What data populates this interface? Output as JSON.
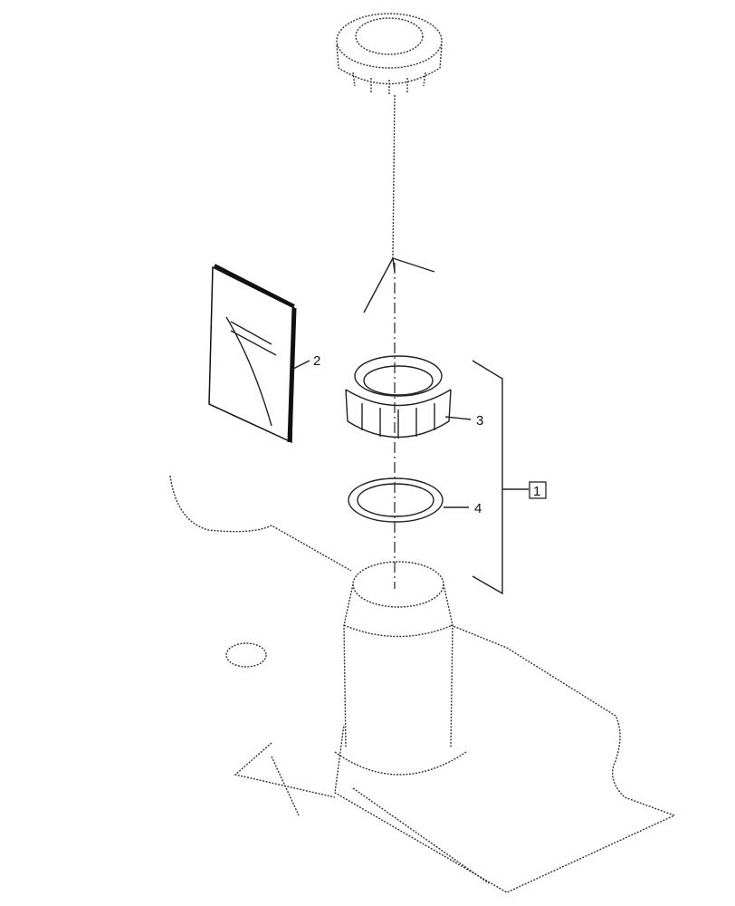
{
  "callouts": [
    {
      "id": "1",
      "boxed": true
    },
    {
      "id": "2",
      "boxed": false
    },
    {
      "id": "3",
      "boxed": false
    },
    {
      "id": "4",
      "boxed": false
    }
  ],
  "parts": [
    "filler-cap",
    "tether",
    "instruction-booklet",
    "threaded-collar",
    "gasket-ring",
    "filler-neck-tube",
    "tank-panel"
  ],
  "colors": {
    "line": "#222222",
    "background": "#ffffff"
  }
}
